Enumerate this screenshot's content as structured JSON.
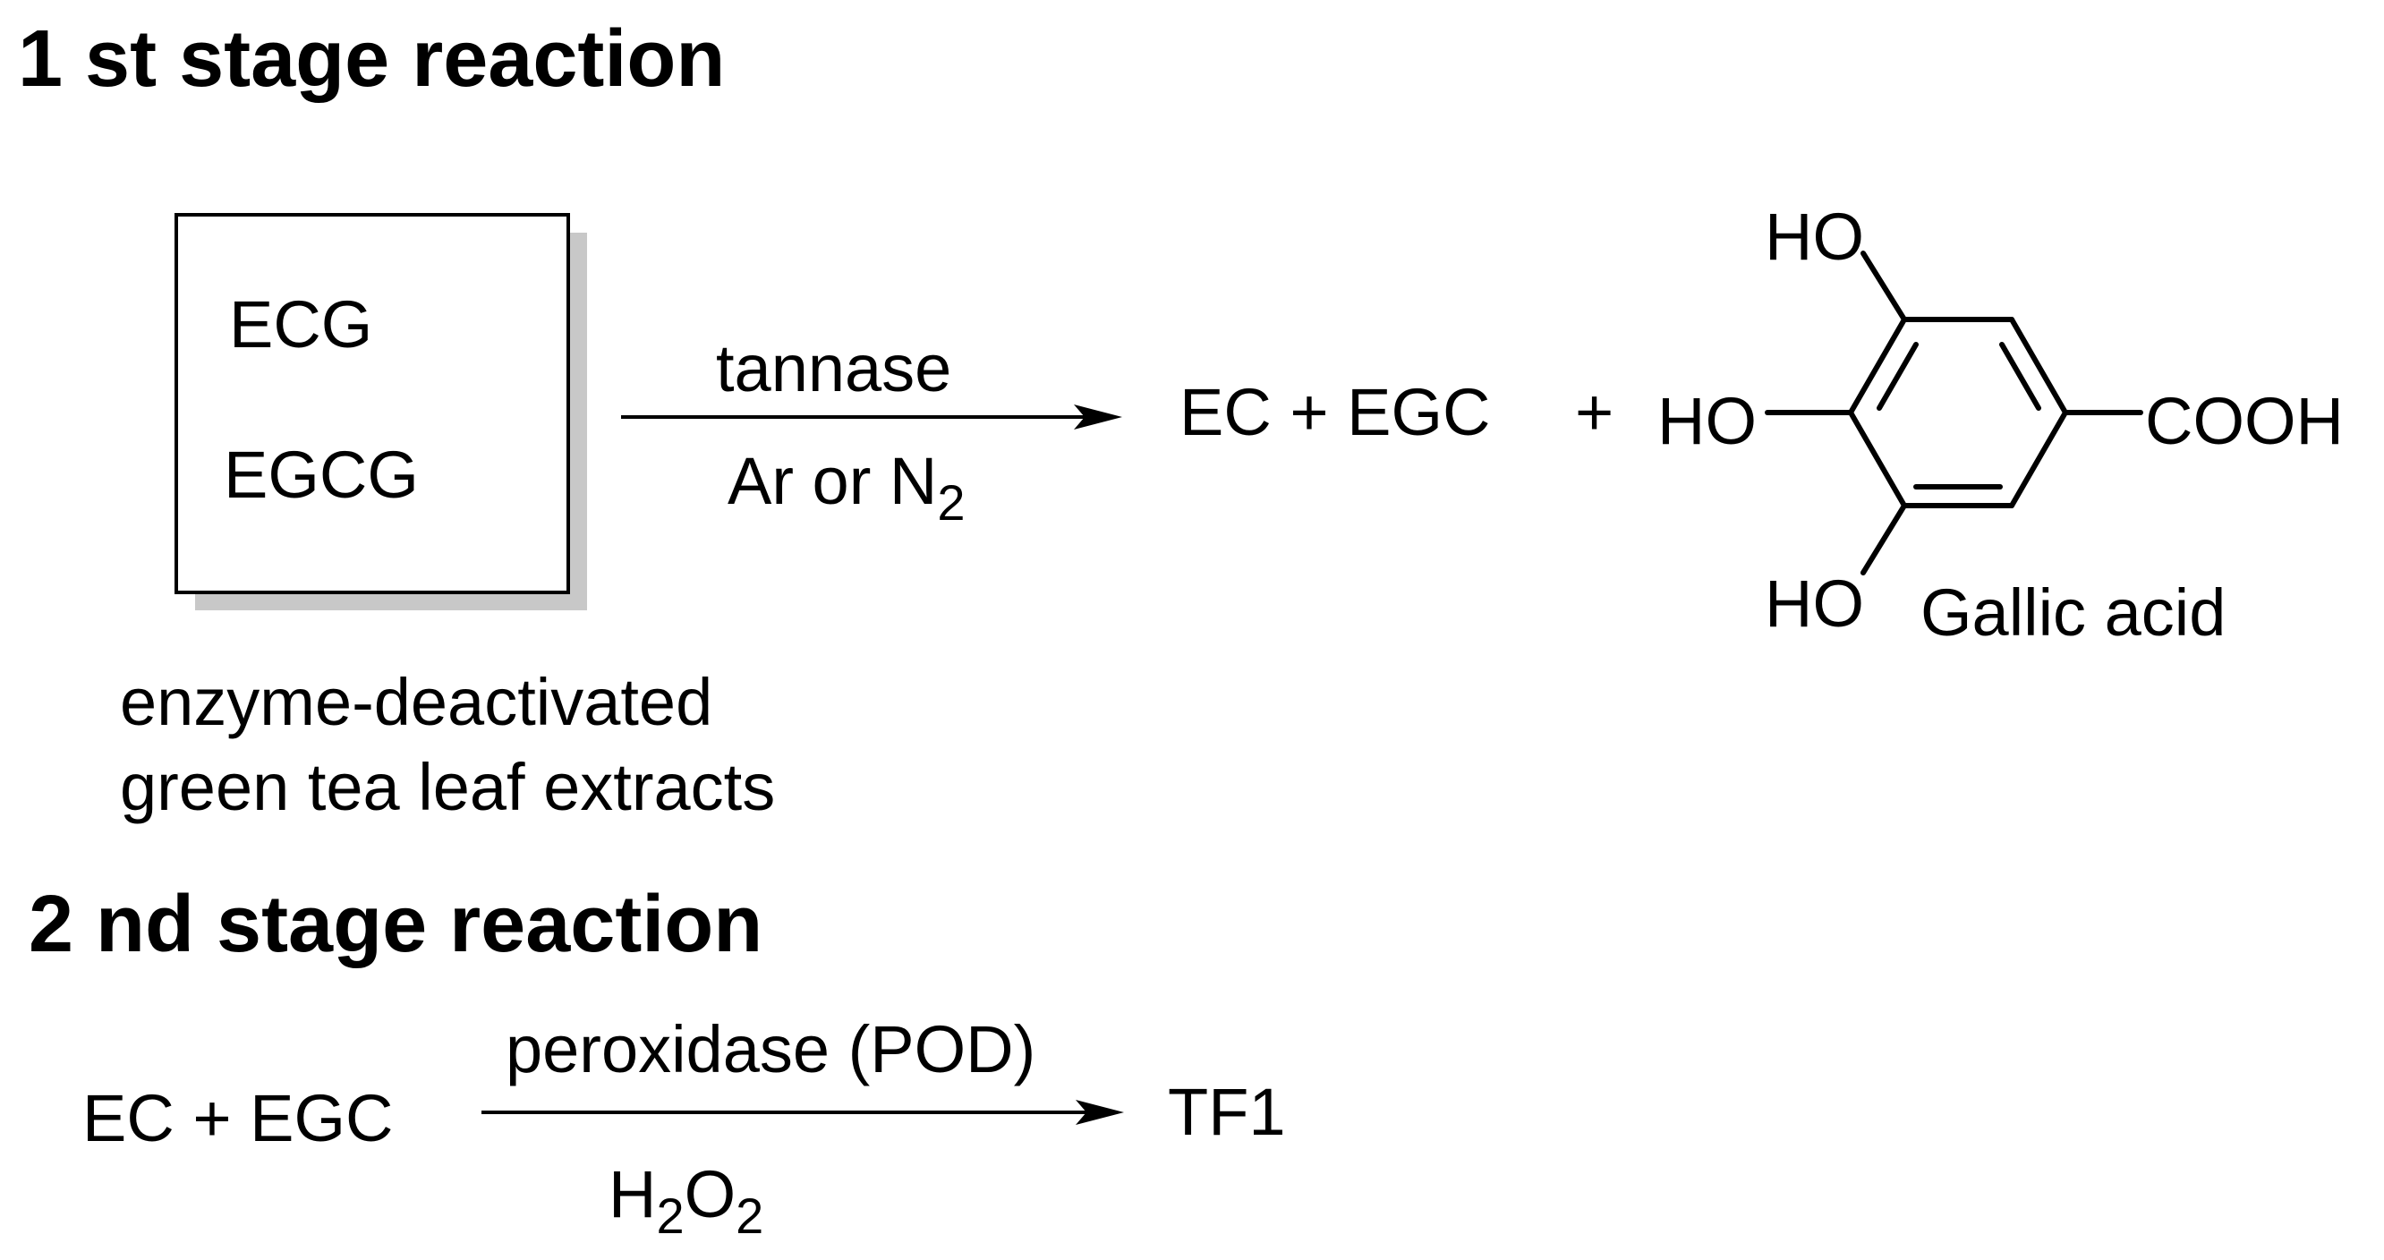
{
  "stage1": {
    "heading": "1 st stage reaction",
    "reactants": [
      "ECG",
      "EGCG"
    ],
    "caption_line1": "enzyme-deactivated",
    "caption_line2": "green tea leaf extracts",
    "reagent_above": "tannase",
    "reagent_below_main": "Ar or N",
    "reagent_below_sub": "2",
    "products": "EC + EGC",
    "plus": "+",
    "gallic_acid": {
      "substituent_top": "HO",
      "substituent_left": "HO",
      "substituent_bottom": "HO",
      "substituent_right": "COOH",
      "name": "Gallic acid"
    }
  },
  "stage2": {
    "heading": "2 nd stage reaction",
    "reactants": "EC + EGC",
    "reagent_above": "peroxidase (POD)",
    "reagent_below": {
      "h": "H",
      "sub1": "2",
      "o": "O",
      "sub2": "2"
    },
    "product": "TF1"
  },
  "colors": {
    "ink": "#000000",
    "box_shadow": "#c8c8c8",
    "background": "#ffffff"
  }
}
